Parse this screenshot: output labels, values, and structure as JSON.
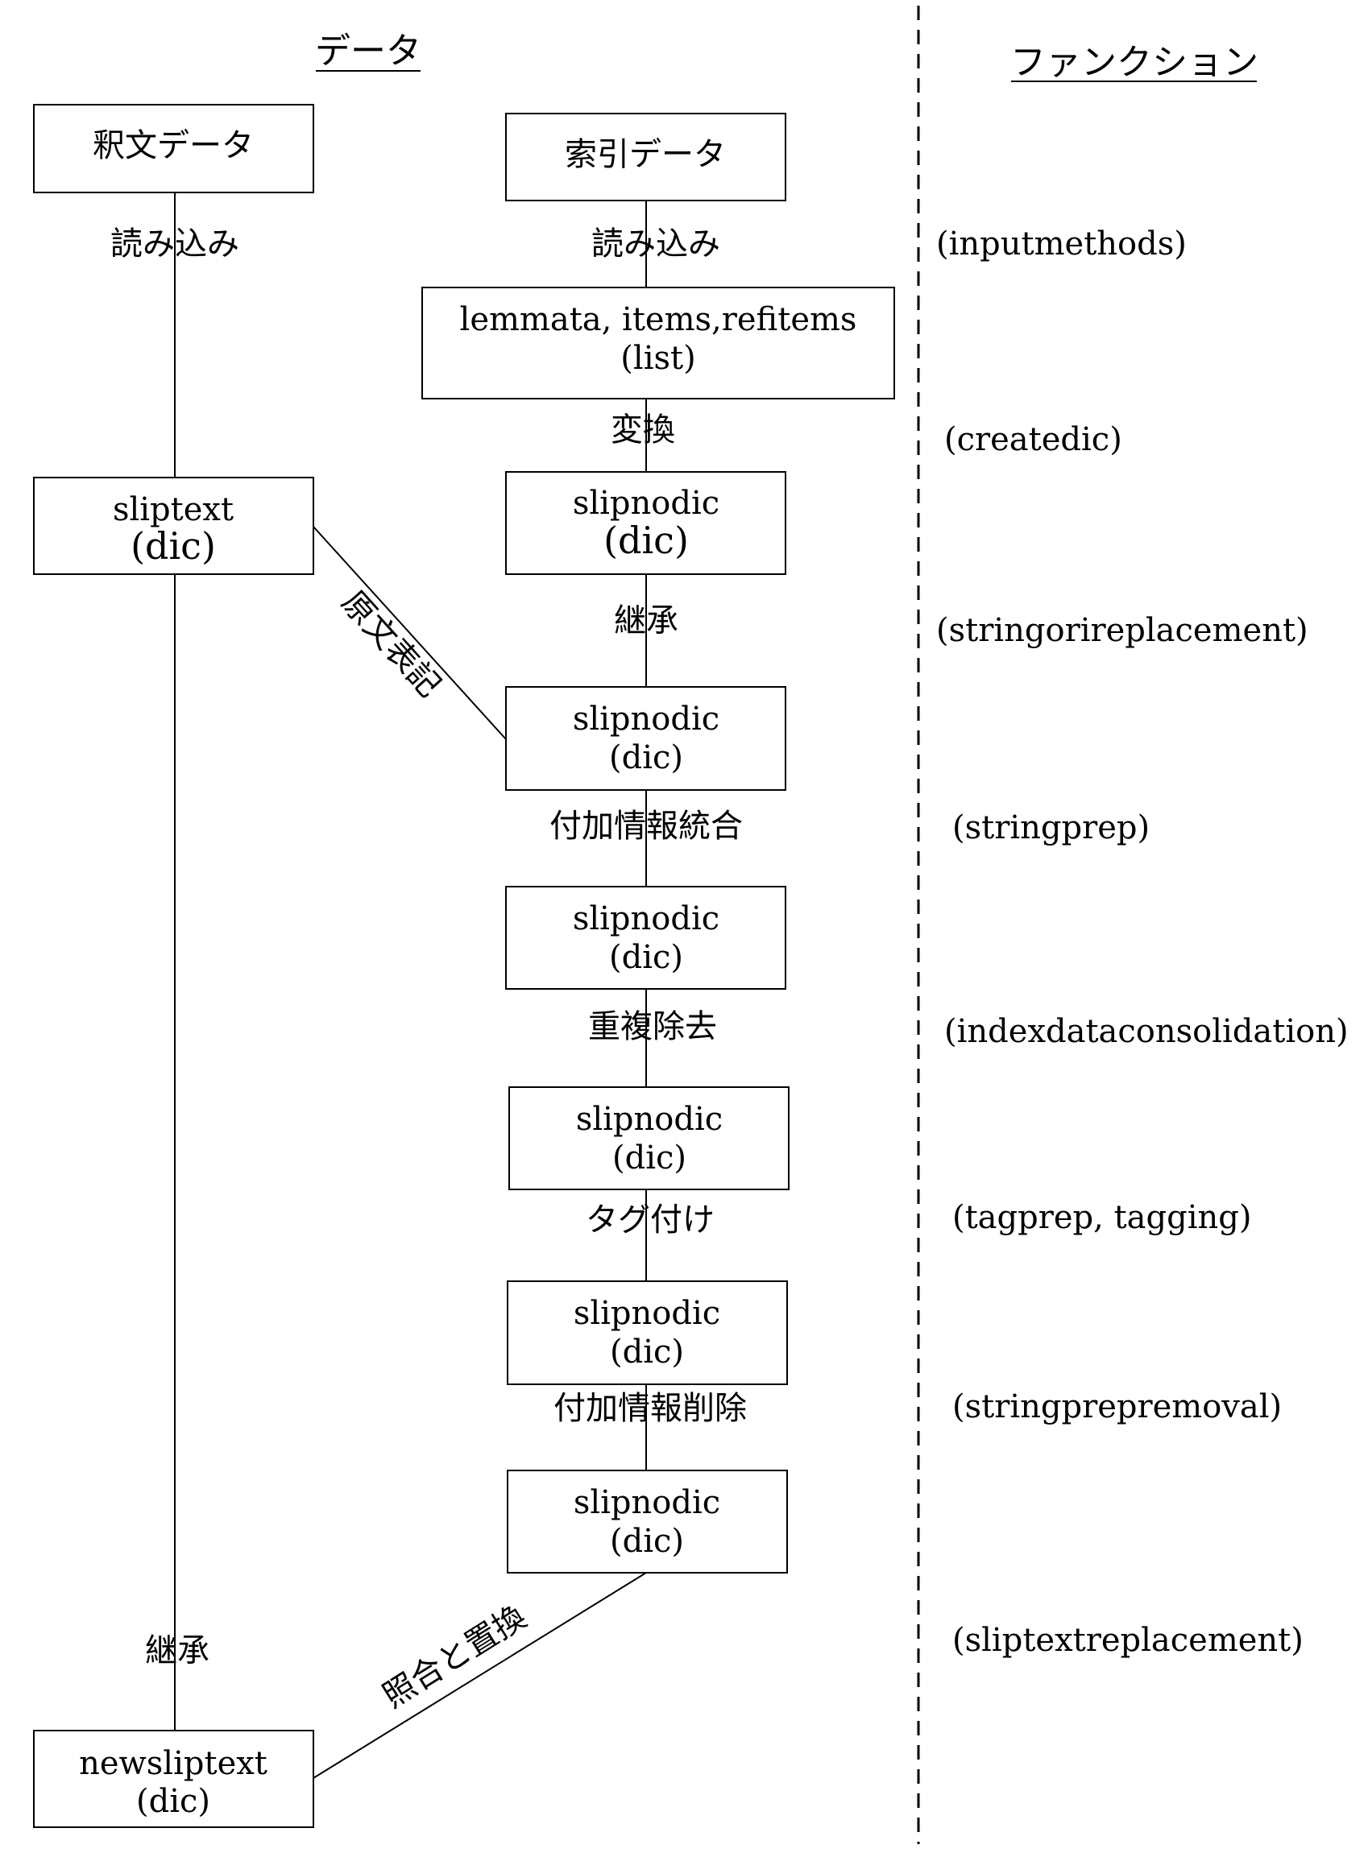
{
  "headers": {
    "data": "データ",
    "function": "ファンクション"
  },
  "boxes": {
    "shakubun": {
      "line1": "釈文データ"
    },
    "sakuin": {
      "line1": "索引データ"
    },
    "lemmata": {
      "line1": "lemmata, items,refitems",
      "line2": "(list)"
    },
    "sliptext": {
      "line1": "sliptext",
      "line2": "(dic)"
    },
    "slipnodic1": {
      "line1": "slipnodic",
      "line2": "(dic)"
    },
    "slipnodic2": {
      "line1": "slipnodic",
      "line2": "(dic)"
    },
    "slipnodic3": {
      "line1": "slipnodic",
      "line2": "(dic)"
    },
    "slipnodic4": {
      "line1": "slipnodic",
      "line2": "(dic)"
    },
    "slipnodic5": {
      "line1": "slipnodic",
      "line2": "(dic)"
    },
    "slipnodic6": {
      "line1": "slipnodic",
      "line2": "(dic)"
    },
    "newsliptext": {
      "line1": "newsliptext",
      "line2": "(dic)"
    }
  },
  "edges": {
    "read_left": "読み込み",
    "read_right": "読み込み",
    "convert": "変換",
    "inherit_right": "継承",
    "original_notation": "原文表記",
    "merge_info": "付加情報統合",
    "dedupe": "重複除去",
    "tagging": "タグ付け",
    "remove_info": "付加情報削除",
    "match_replace": "照合と置換",
    "inherit_left": "継承"
  },
  "functions": [
    "(inputmethods)",
    "(createdic)",
    "(stringorireplacement)",
    "(stringprep)",
    "(indexdataconsolidation)",
    "(tagprep, tagging)",
    "(stringprepremoval)",
    "(sliptextreplacement)"
  ]
}
